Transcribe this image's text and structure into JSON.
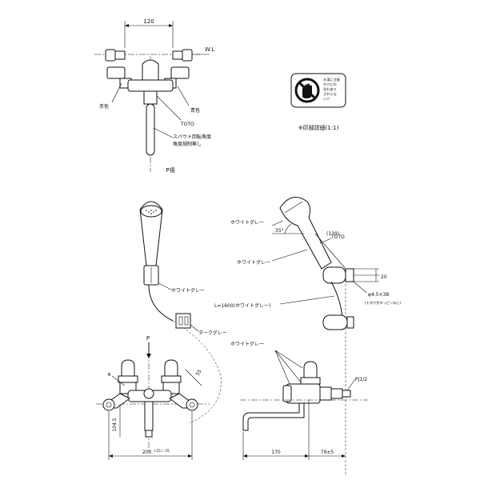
{
  "plan_view": {
    "dim_width": "120",
    "wl_label": "W.L",
    "red_label": "赤色",
    "blue_label": "青色",
    "brand": "TOTO",
    "note_line1": "スパウト回転角度",
    "note_line2": "角度規制無し",
    "title": "P視"
  },
  "caution_mark": {
    "line1": "お湯に注意",
    "line2": "やけどの",
    "line3": "恐れあり",
    "line4": "さわらな",
    "line5": "いで",
    "caption": "※印部詳細(1:1)",
    "icon": "no-touch-hand-icon"
  },
  "front_view": {
    "label_white_gray": "ホワイトグレー",
    "label_dark_gray": "ダークグレー",
    "view_letter": "P",
    "mark": "※",
    "dim_55": "55",
    "dim_104": "104.5",
    "dim_200": "200",
    "dim_tol": "+25 / -35"
  },
  "side_view": {
    "label_white_gray_1": "ホワイトグレー",
    "label_white_gray_2": "ホワイトグレー",
    "label_hose": "L=1600(ホワイトグレー)",
    "label_white_gray_3": "ホワイトグレー",
    "angle": "35°",
    "dim_139": "(139)",
    "brand": "TOTO",
    "dim_20": "20",
    "screw_1": "φ4.5×38",
    "screw_2": "(十字穴付タッピンねじ)",
    "thread": "PJ1/2",
    "dim_170": "170",
    "dim_79": "79±5"
  }
}
